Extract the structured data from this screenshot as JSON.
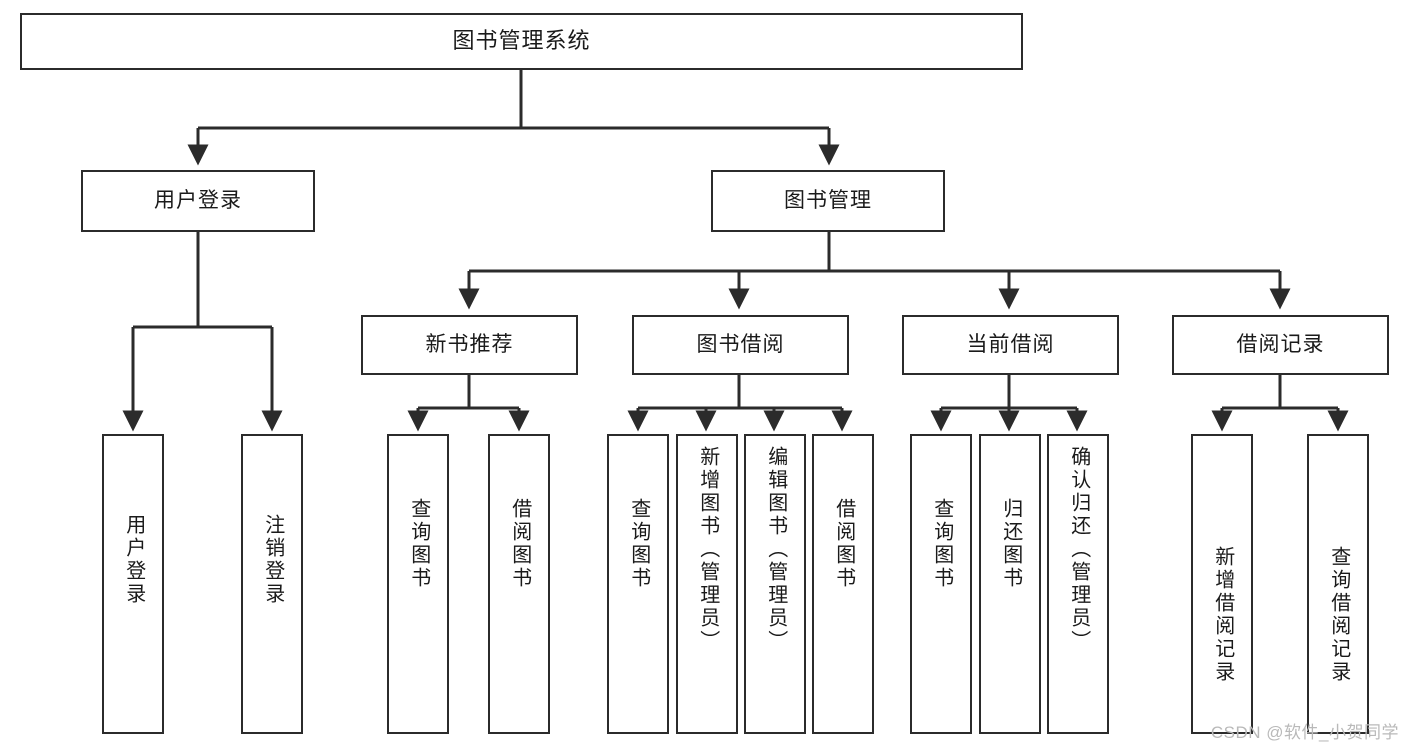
{
  "diagram": {
    "title": "图书管理系统",
    "type": "tree",
    "watermark": "CSDN @软件_小贺同学",
    "colors": {
      "box_border": "#2b2b2b",
      "box_fill": "#ffffff",
      "edge": "#2b2b2b",
      "text": "#1a1a1a",
      "watermark": "#b9b9b9"
    },
    "levels": {
      "root": "图书管理系统",
      "level2": [
        "用户登录",
        "图书管理"
      ],
      "level3": [
        "新书推荐",
        "图书借阅",
        "当前借阅",
        "借阅记录"
      ]
    },
    "nodes": {
      "root": {
        "label": "图书管理系统"
      },
      "user_login": {
        "label": "用户登录"
      },
      "book_manage": {
        "label": "图书管理"
      },
      "new_book_rec": {
        "label": "新书推荐"
      },
      "book_borrow": {
        "label": "图书借阅"
      },
      "current_borrow": {
        "label": "当前借阅"
      },
      "borrow_record": {
        "label": "借阅记录"
      }
    },
    "leaves": {
      "user_login": [
        {
          "label": "用户登录"
        },
        {
          "label": "注销登录"
        }
      ],
      "new_book_rec": [
        {
          "label": "查询图书"
        },
        {
          "label": "借阅图书"
        }
      ],
      "book_borrow": [
        {
          "label": "查询图书"
        },
        {
          "label": "新增图书（管理员）"
        },
        {
          "label": "编辑图书（管理员）"
        },
        {
          "label": "借阅图书"
        }
      ],
      "current_borrow": [
        {
          "label": "查询图书"
        },
        {
          "label": "归还图书"
        },
        {
          "label": "确认归还（管理员）"
        }
      ],
      "borrow_record": [
        {
          "label": "新增借阅记录"
        },
        {
          "label": "查询借阅记录"
        }
      ]
    }
  }
}
